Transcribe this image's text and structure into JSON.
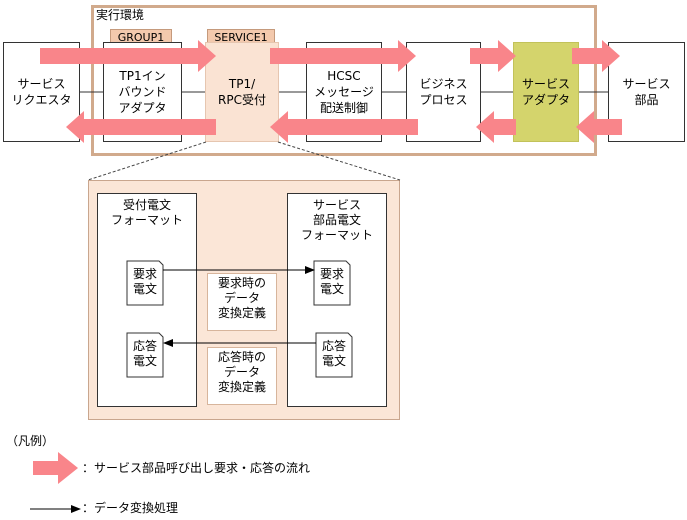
{
  "environment": {
    "label": "実行環境"
  },
  "tags": {
    "group": "GROUP1",
    "service": "SERVICE1"
  },
  "components": {
    "requester": "サービス\nリクエスタ",
    "inbound_adapter": "TP1イン\nバウンド\nアダプタ",
    "rpc_receiver": "TP1/\nRPC受付",
    "hcsc_messaging": "HCSC\nメッセージ\n配送制御",
    "business_process": "ビジネス\nプロセス",
    "service_adapter": "サービス\nアダプタ",
    "service_component": "サービス\n部品"
  },
  "detail": {
    "received_format": "受付電文\nフォーマット",
    "service_format": "サービス\n部品電文\nフォーマット",
    "request_message": "要求\n電文",
    "response_message": "応答\n電文",
    "request_conversion": "要求時の\nデータ\n変換定義",
    "response_conversion": "応答時の\nデータ\n変換定義"
  },
  "legend": {
    "title": "（凡例）",
    "flow": "：サービス部品呼び出し要求・応答の流れ",
    "conversion": "：データ変換処理"
  },
  "colors": {
    "flow_arrow": "#f9858a",
    "adapter_fill": "#d4d46c",
    "environment_border": "#d1aa8c",
    "detail_fill": "#fbe6d7",
    "tag_fill": "#f3c9ad",
    "rpc_fill": "#fae3d3"
  }
}
